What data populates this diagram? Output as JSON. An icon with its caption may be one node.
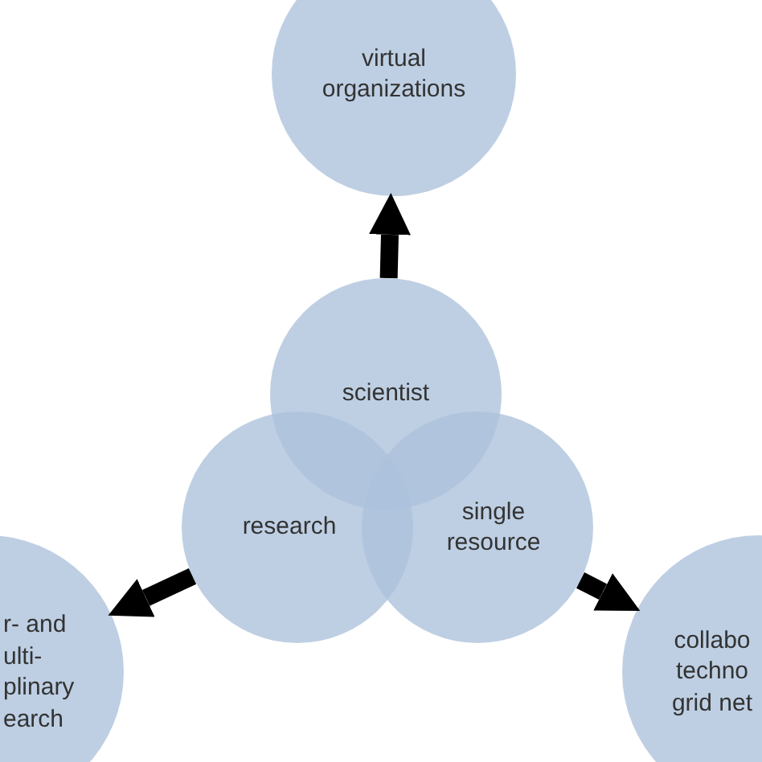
{
  "diagram": {
    "nodes": [
      {
        "text": [
          "virtual organizations"
        ]
      },
      {
        "text": [
          "scientist"
        ]
      },
      {
        "text": [
          "research"
        ]
      },
      {
        "text": [
          "single resource"
        ]
      },
      {
        "text": [
          "r- and ulti- plinary earch"
        ]
      },
      {
        "text": [
          "collabo techno grid net"
        ]
      }
    ],
    "edges": [
      {
        "from": 1,
        "to": 0,
        "arrow": "to"
      },
      {
        "from": 2,
        "to": 4,
        "arrow": "to"
      },
      {
        "from": 3,
        "to": 5,
        "arrow": "to"
      }
    ]
  }
}
